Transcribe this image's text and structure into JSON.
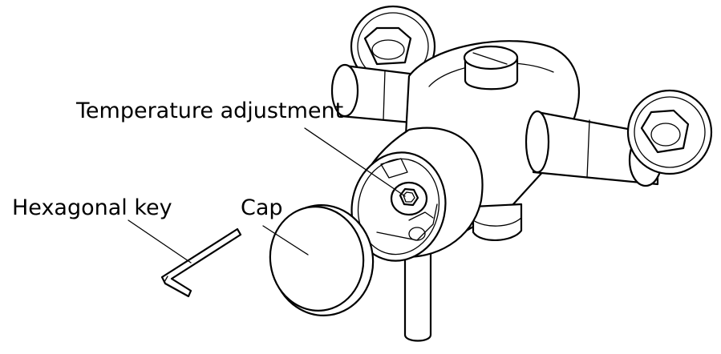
{
  "labels": {
    "temperature_adjustment": "Temperature adjustment",
    "hexagonal_key": "Hexagonal key",
    "cap": "Cap"
  },
  "colors": {
    "line": "#000000",
    "background": "#ffffff"
  }
}
